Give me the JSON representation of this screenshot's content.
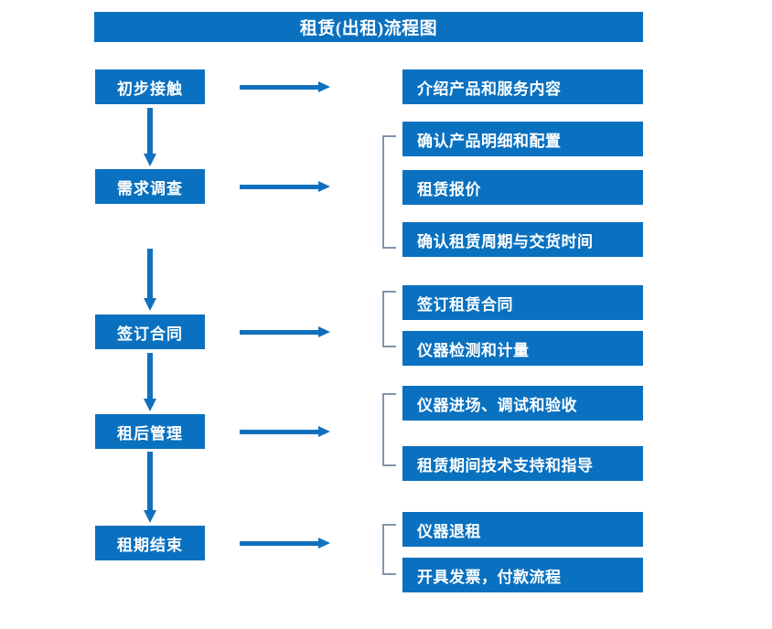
{
  "diagram": {
    "title": "租赁(出租)流程图",
    "colors": {
      "box_fill": "#0a71c0",
      "box_text": "#ffffff",
      "arrow": "#1170bd",
      "bracket": "#8095ad",
      "background": "#ffffff"
    },
    "stages": [
      {
        "label": "初步接触"
      },
      {
        "label": "需求调查"
      },
      {
        "label": "签订合同"
      },
      {
        "label": "租后管理"
      },
      {
        "label": "租期结束"
      }
    ],
    "details": [
      {
        "label": "介绍产品和服务内容"
      },
      {
        "label": "确认产品明细和配置"
      },
      {
        "label": "租赁报价"
      },
      {
        "label": "确认租赁周期与交货时间"
      },
      {
        "label": "签订租赁合同"
      },
      {
        "label": "仪器检测和计量"
      },
      {
        "label": "仪器进场、调试和验收"
      },
      {
        "label": "租赁期间技术支持和指导"
      },
      {
        "label": "仪器退租"
      },
      {
        "label": "开具发票，付款流程"
      }
    ]
  }
}
